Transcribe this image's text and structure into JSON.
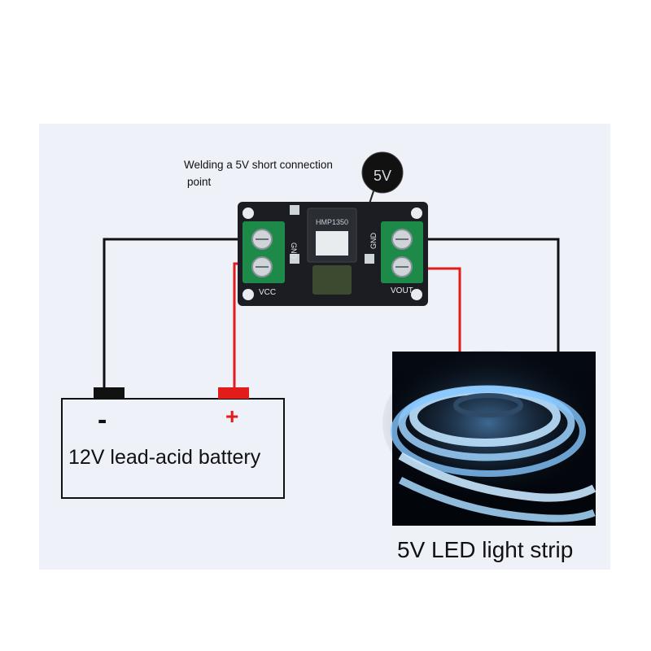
{
  "note": {
    "line1": "Welding a 5V short connection",
    "line2": "point"
  },
  "board": {
    "chip_text": "HMP1350",
    "gnd_left": "GND",
    "gnd_right": "GND",
    "vcc": "VCC",
    "vout": "VOUT",
    "zoom_label": "5V"
  },
  "battery": {
    "label": "12V lead-acid battery",
    "neg_symbol": "-",
    "pos_symbol": "+"
  },
  "strip": {
    "label": "5V LED light strip"
  },
  "colors": {
    "wire_black": "#111111",
    "wire_red": "#e21b1b",
    "pcb": "#1b1d22",
    "terminal_green": "#1e8a4a",
    "led_glow": "#9fd4ff"
  }
}
